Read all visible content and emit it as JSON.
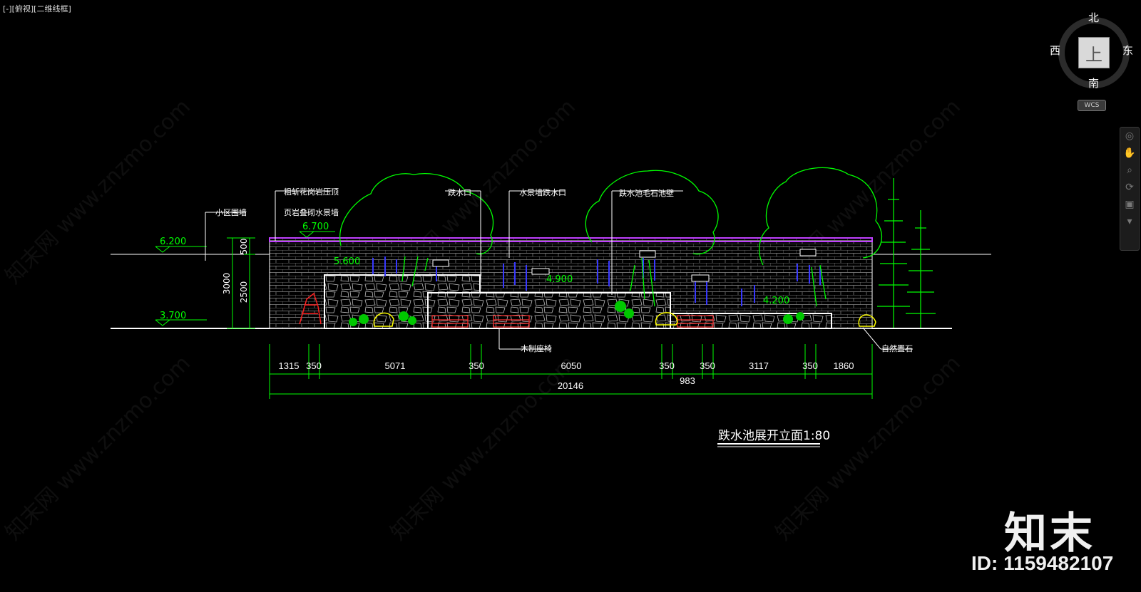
{
  "viewport": {
    "part1": "[-]",
    "part2": "[俯视]",
    "part3": "[二维线框]"
  },
  "viewcube": {
    "north": "北",
    "south": "南",
    "east": "东",
    "west": "西",
    "face": "上",
    "wcs": "WCS"
  },
  "levels": {
    "top": "6.200",
    "bottom": "3.700",
    "wall_top": "6.700",
    "step1": "5.600",
    "step2": "4.900",
    "step3": "4.200"
  },
  "vert_dims": {
    "total": "3000",
    "upper": "500",
    "lower": "2500"
  },
  "callouts": {
    "wall_enclosure": "小区围墙",
    "coping": "粗斩花岗岩压顶",
    "shale_wall": "页岩叠砌水景墙",
    "overflow": "跌水口",
    "wall_overflow": "水景墙跌水口",
    "pool_wall": "跌水池毛石池壁",
    "wood_bench": "木制座椅",
    "natural_stone": "自然置石"
  },
  "dimensions": [
    "1315",
    "350",
    "5071",
    "350",
    "6050",
    "350",
    "350",
    "3117",
    "350",
    "1860"
  ],
  "dim_sub": "983",
  "dim_total": "20146",
  "drawing_title": "跌水池展开立面1:80",
  "colors": {
    "background": "#000000",
    "green": "#00ff00",
    "magenta": "#c040ff",
    "white": "#ffffff",
    "red": "#ff2020",
    "yellow": "#ffff00",
    "blue": "#3030ff"
  },
  "brand": {
    "logo": "知末",
    "id": "ID: 1159482107"
  }
}
